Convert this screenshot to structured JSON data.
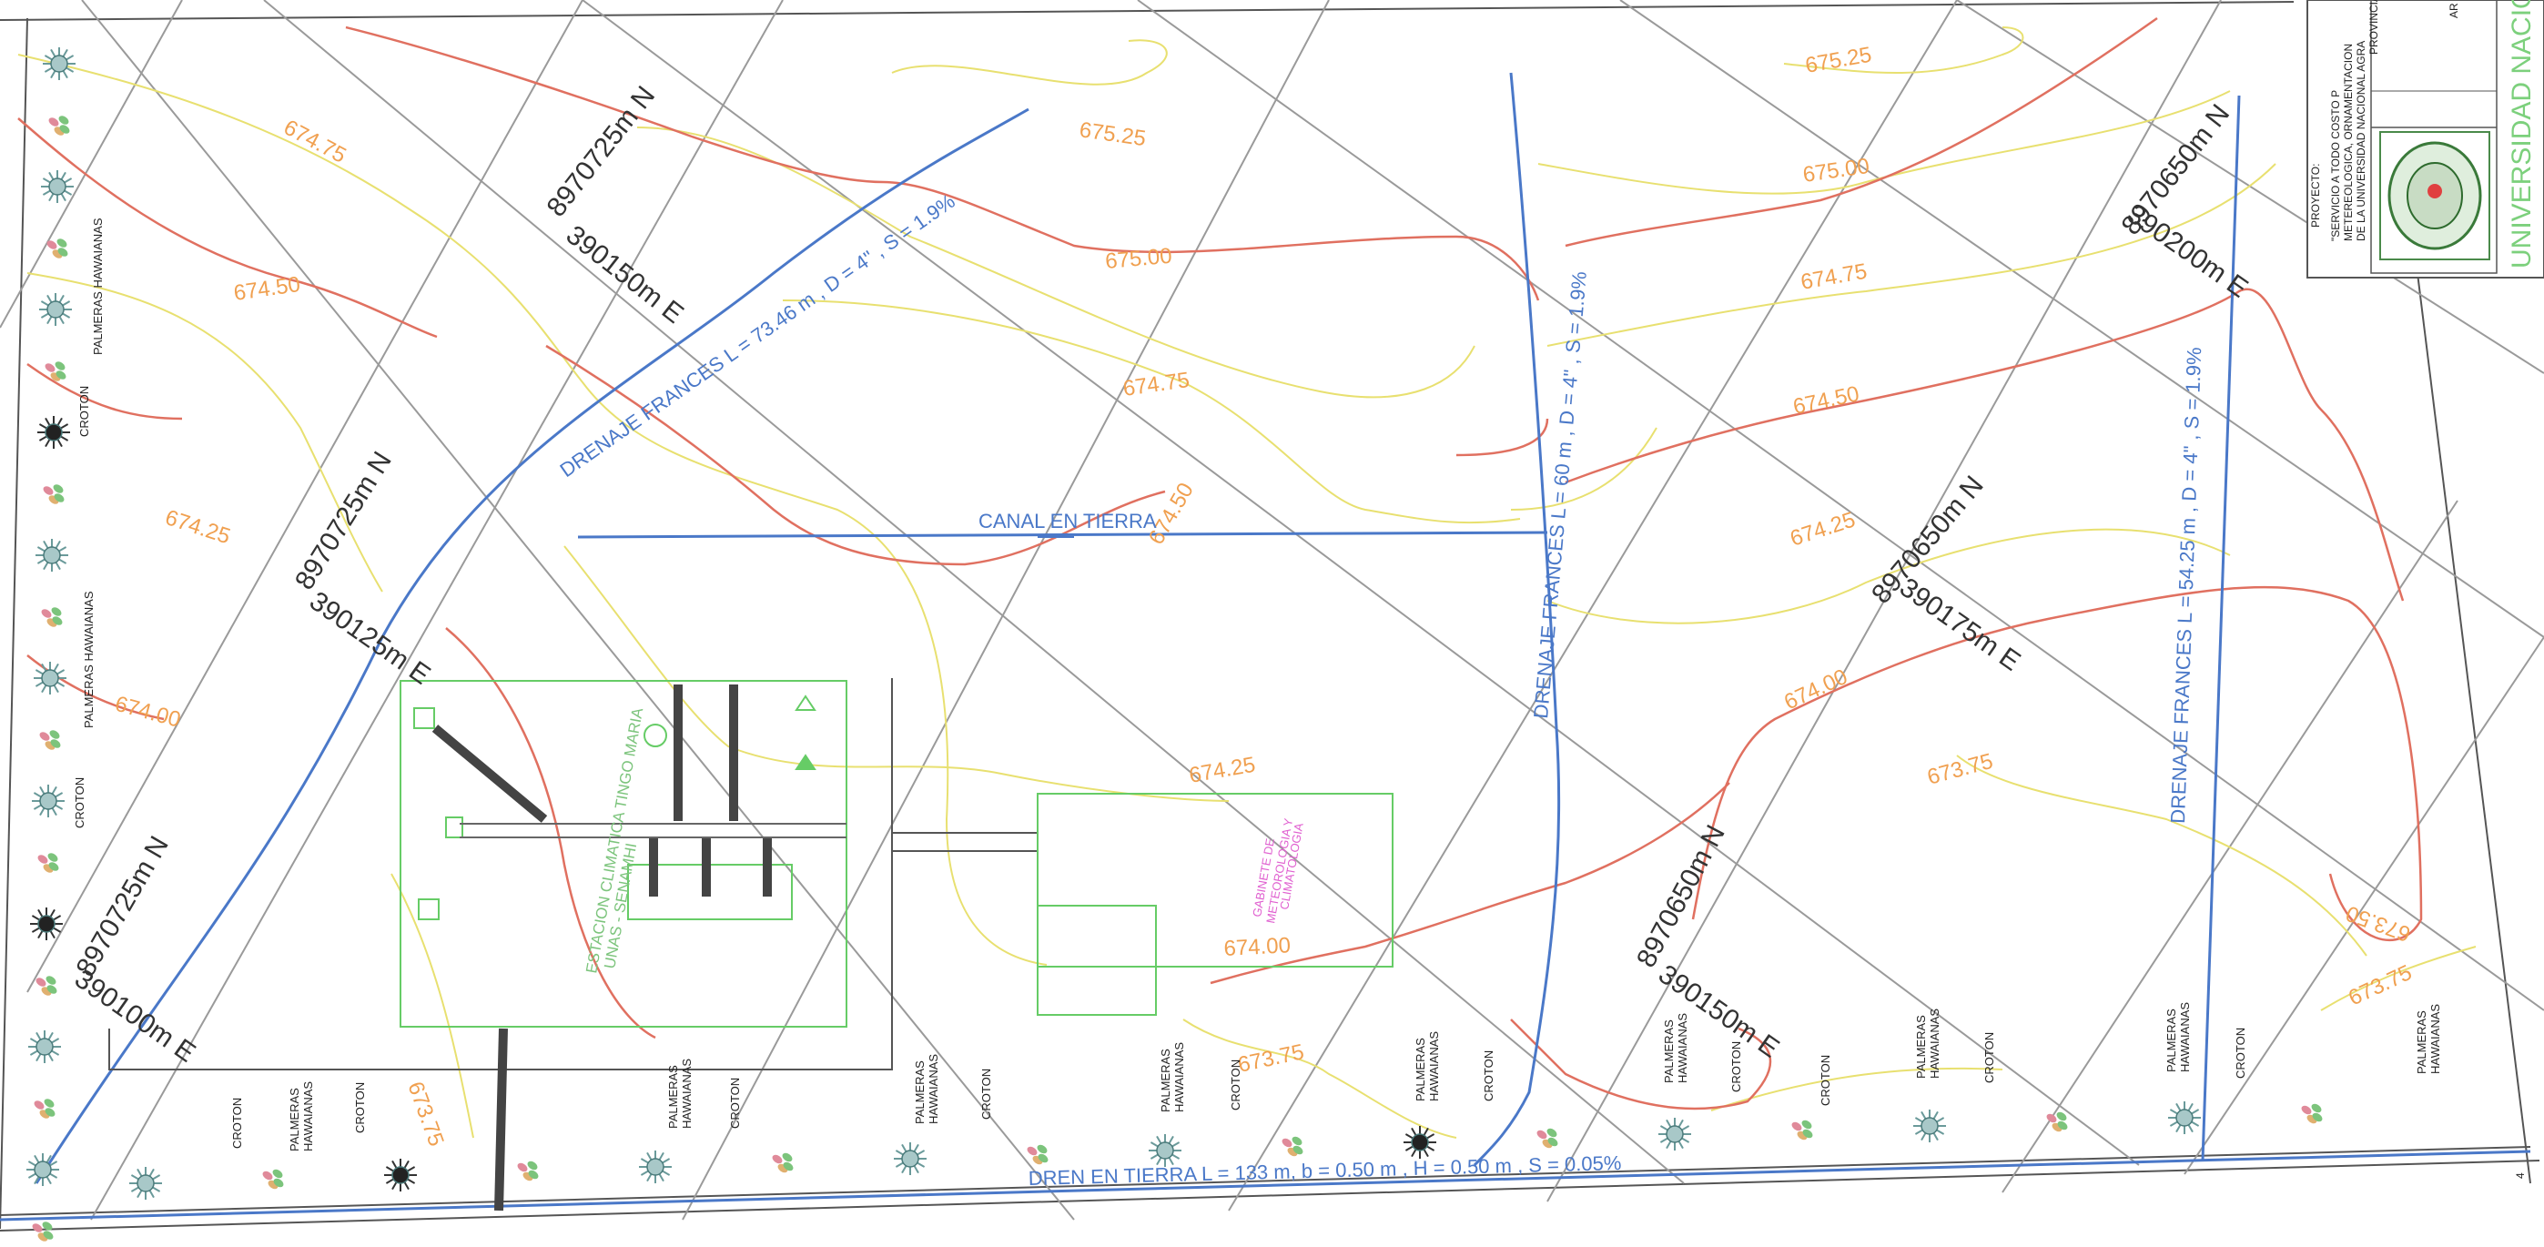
{
  "colors": {
    "contour_yellow": "#e8e070",
    "contour_red": "#e07060",
    "grid": "#9a9a9a",
    "drain": "#4a78c8",
    "site": "#66cc66",
    "label_orange": "#f0a050",
    "pink": "#e060d0"
  },
  "contours": {
    "c1": "674.75",
    "c2": "674.50",
    "c3": "674.25",
    "c4": "674.00",
    "c5": "673.75",
    "c6": "675.25",
    "c7": "675.00",
    "c8": "674.75",
    "c9": "674.50",
    "c10": "674.00",
    "c11": "675.25",
    "c12": "675.00",
    "c13": "674.75",
    "c14": "674.50",
    "c15": "674.25",
    "c16": "674.00",
    "c17": "673.75",
    "c18": "673.50",
    "c19": "673.75",
    "c20": "674.25",
    "c21": "673.75"
  },
  "grid": {
    "n1": "8970725m N",
    "e1": "390150m E",
    "n2": "8970725m N",
    "e2": "390125m E",
    "n3": "8970725m N",
    "e3": "390100m E",
    "n4": "8970650m N",
    "e4": "390200m E",
    "n5": "8970650m N",
    "e5": "390175m E",
    "n6": "8970650m N",
    "e6": "390150m E"
  },
  "drains": {
    "d1": "DRENAJE FRANCES L = 73.46 m , D = 4\" , S = 1.9%",
    "d2": "DRENAJE FRANCES L = 60 m , D = 4\" , S = 1.9%",
    "d3": "DRENAJE FRANCES   L = 54.25 m , D = 4\" , S = 1.9%",
    "d4": "DREN EN TIERRA L = 133 m, b = 0.50 m , H = 0.50 m , S = 0.05%"
  },
  "canal": "CANAL EN TIERRA",
  "plants": {
    "palm_a": "PALMERAS HAWAIANAS",
    "croton_a": "CROTON",
    "palm_b": "PALMERAS HAWAIANAS",
    "croton_b": "CROTON",
    "croton_1": "CROTON",
    "palm_1a": "PALMERAS",
    "palm_1b": "HAWAIANAS",
    "croton_2": "CROTON",
    "palm_2a": "PALMERAS",
    "palm_2b": "HAWAIANAS",
    "croton_3": "CROTON",
    "palm_3a": "PALMERAS",
    "palm_3b": "HAWAIANAS",
    "croton_4": "CROTON",
    "palm_4a": "PALMERAS",
    "palm_4b": "HAWAIANAS",
    "croton_5": "CROTON",
    "palm_5a": "PALMERAS",
    "palm_5b": "HAWAIANAS",
    "croton_6": "CROTON",
    "palm_6a": "PALMERAS",
    "palm_6b": "HAWAIANAS",
    "croton_7": "CROTON",
    "palm_7a": "PALMERAS",
    "palm_7b": "HAWAIANAS",
    "croton_8": "CROTON",
    "palm_8a": "PALMERAS",
    "palm_8b": "HAWAIANAS",
    "croton_9": "CROTON",
    "palm_9a": "PALMERAS",
    "palm_9b": "HAWAIANAS",
    "croton_10": "CROTON"
  },
  "buildings": {
    "gab1": "GABINETE DE",
    "gab2": "METEOROLOGIA Y",
    "gab3": "CLIMATOLOGIA",
    "est1": "ESTACION CLIMATICA TINGO MARIA",
    "est2": "UNAS - SENAMHI"
  },
  "title_block": {
    "project_label": "PROYECTO:",
    "line1": "\"SERVICIO A TODO COSTO P",
    "line2": "METEREOLOGICA, ORNAMENTACION",
    "line3": "DE LA UNIVERSIDAD NACIONAL AGRA",
    "line4": "PROVINCIA",
    "university": "UNIVERSIDAD NACIO",
    "ar": "AR",
    "sheet_no": "4"
  }
}
